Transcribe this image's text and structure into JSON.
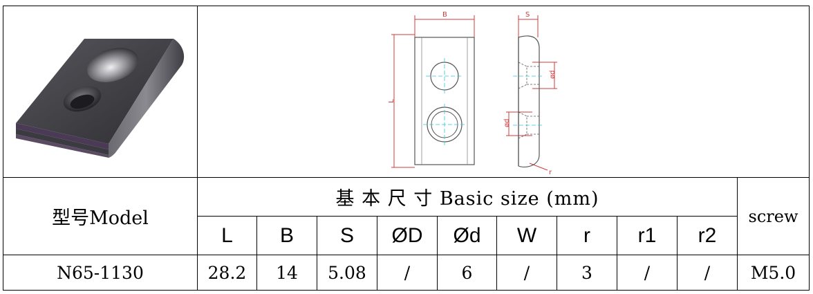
{
  "table": {
    "model_header": "型号Model",
    "basic_size_header": "基 本 尺 寸 Basic size (mm)",
    "screw_header": "screw",
    "columns": [
      "L",
      "B",
      "S",
      "ØD",
      "Ød",
      "W",
      "r",
      "r1",
      "r2"
    ],
    "row": {
      "model": "N65-1130",
      "values": [
        "28.2",
        "14",
        "5.08",
        "/",
        "6",
        "/",
        "3",
        "/",
        "/"
      ],
      "screw": "M5.0"
    }
  },
  "drawing": {
    "front_dim_width": "B",
    "front_dim_length": "L",
    "side_dim_thickness": "S",
    "side_dim_big_hole": "ød",
    "side_dim_small_hole": "ød",
    "side_dim_radius": "r"
  },
  "colors": {
    "dimension_red": "#d33a3a",
    "centerline_cyan": "#35c4d8",
    "outline": "#555555",
    "part_dark": "#3b3b40"
  }
}
